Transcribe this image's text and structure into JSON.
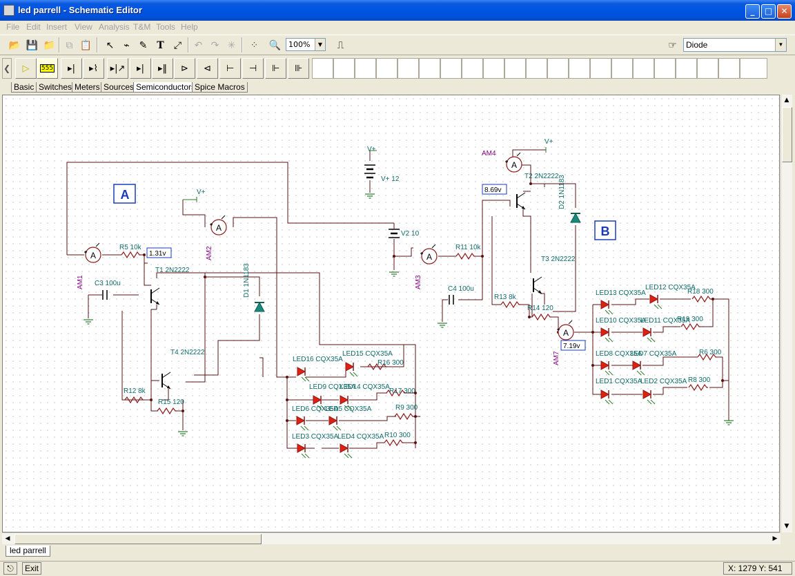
{
  "window": {
    "title": "led parrell - Schematic Editor",
    "min": "_",
    "max": "□",
    "close": "✕"
  },
  "menu": [
    "File",
    "Edit",
    "Insert",
    "View",
    "Analysis",
    "T&M",
    "Tools",
    "Help"
  ],
  "toolbar": {
    "zoom": "100%",
    "part_selected": "Diode",
    "buttons": [
      "open-icon",
      "save-icon",
      "open-folder-icon",
      "copy-icon",
      "paste-icon",
      "pointer-icon",
      "wire-icon",
      "pencil-icon",
      "text-icon",
      "probe-icon",
      "undo-icon",
      "redo-icon",
      "junction-icon",
      "grid-icon",
      "zoom-icon",
      "component-icon",
      "part-icon"
    ]
  },
  "palette": {
    "first": "555",
    "tabs": [
      "Basic",
      "Switches",
      "Meters",
      "Sources",
      "Semiconductors",
      "Spice Macros"
    ],
    "active_tab": "Semiconductors"
  },
  "schematic": {
    "labels": {
      "box_a": "A",
      "box_b": "B",
      "vplus": "V+",
      "v_source_12": "V+ 12",
      "v2": "V2 10",
      "am1": "AM1",
      "am2": "AM2",
      "am3": "AM3",
      "am4": "AM4",
      "am7": "AM7",
      "ammeter": "A",
      "r5": "R5 10k",
      "r11": "R11 10k",
      "r12": "R12 8k",
      "r13": "R13 8k",
      "r14": "R14 120",
      "r15": "R15 120",
      "r16": "R16 300",
      "r17": "R17 300",
      "r9": "R9 300",
      "r10": "R10 300",
      "r18": "R18 300",
      "r19": "R19 300",
      "r6": "R6 300",
      "r8": "R8 300",
      "c3": "C3 100u",
      "c4": "C4 100u",
      "t1": "T1 2N2222",
      "t2": "T2 2N2222",
      "t3": "T3 2N2222",
      "t4": "T4 2N2222",
      "d1": "D1 1N1183",
      "d2": "D2 1N1183",
      "led16": "LED16 CQX35A",
      "led15": "LED15 CQX35A",
      "led9": "LED9 CQX35A",
      "led14": "LED14 CQX35A",
      "led6": "LED6 CQX35A",
      "led5": "LED5 CQX35A",
      "led3": "LED3 CQX35A",
      "led4": "LED4 CQX35A",
      "led13": "LED13 CQX35A",
      "led12": "LED12 CQX35A",
      "led10": "LED10 CQX35A",
      "led11": "LED11 CQX35A",
      "led8": "LED8 CQX35A",
      "led7": "LED7 CQX35A",
      "led1": "LED1 CQX35A",
      "led2": "LED2 CQX35A"
    },
    "readouts": {
      "am1_v": "1.31v",
      "am4_v": "8.69v",
      "am7_v": "7.19v"
    }
  },
  "sheet_tab": "led parrell",
  "status": {
    "exit": "Exit",
    "coords": "X: 1279  Y: 541"
  }
}
